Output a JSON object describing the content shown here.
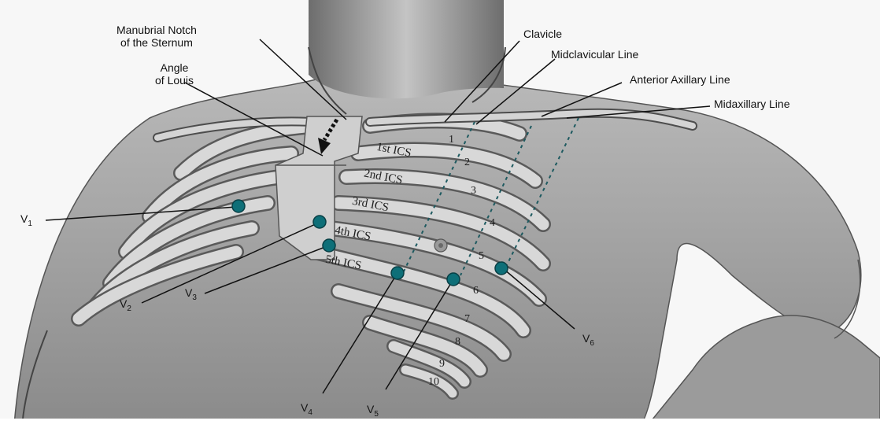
{
  "labels": {
    "manubrial_notch": "Manubrial Notch\nof the Sternum",
    "angle_of_louis": "Angle\nof Louis",
    "clavicle": "Clavicle",
    "midclavicular_line": "Midclavicular Line",
    "anterior_axillary_line": "Anterior Axillary Line",
    "midaxillary_line": "Midaxillary Line"
  },
  "ics_labels": [
    "1st ICS",
    "2nd ICS",
    "3rd ICS",
    "4th ICS",
    "5th ICS"
  ],
  "rib_numbers": [
    "1",
    "2",
    "3",
    "4",
    "5",
    "6",
    "7",
    "8",
    "9",
    "10"
  ],
  "leads": [
    {
      "letter": "V",
      "sub": "1"
    },
    {
      "letter": "V",
      "sub": "2"
    },
    {
      "letter": "V",
      "sub": "3"
    },
    {
      "letter": "V",
      "sub": "4"
    },
    {
      "letter": "V",
      "sub": "5"
    },
    {
      "letter": "V",
      "sub": "6"
    }
  ],
  "colors": {
    "electrode": "#0e6f78",
    "electrode_edge": "#083f45",
    "skin": "#9c9c9c"
  }
}
